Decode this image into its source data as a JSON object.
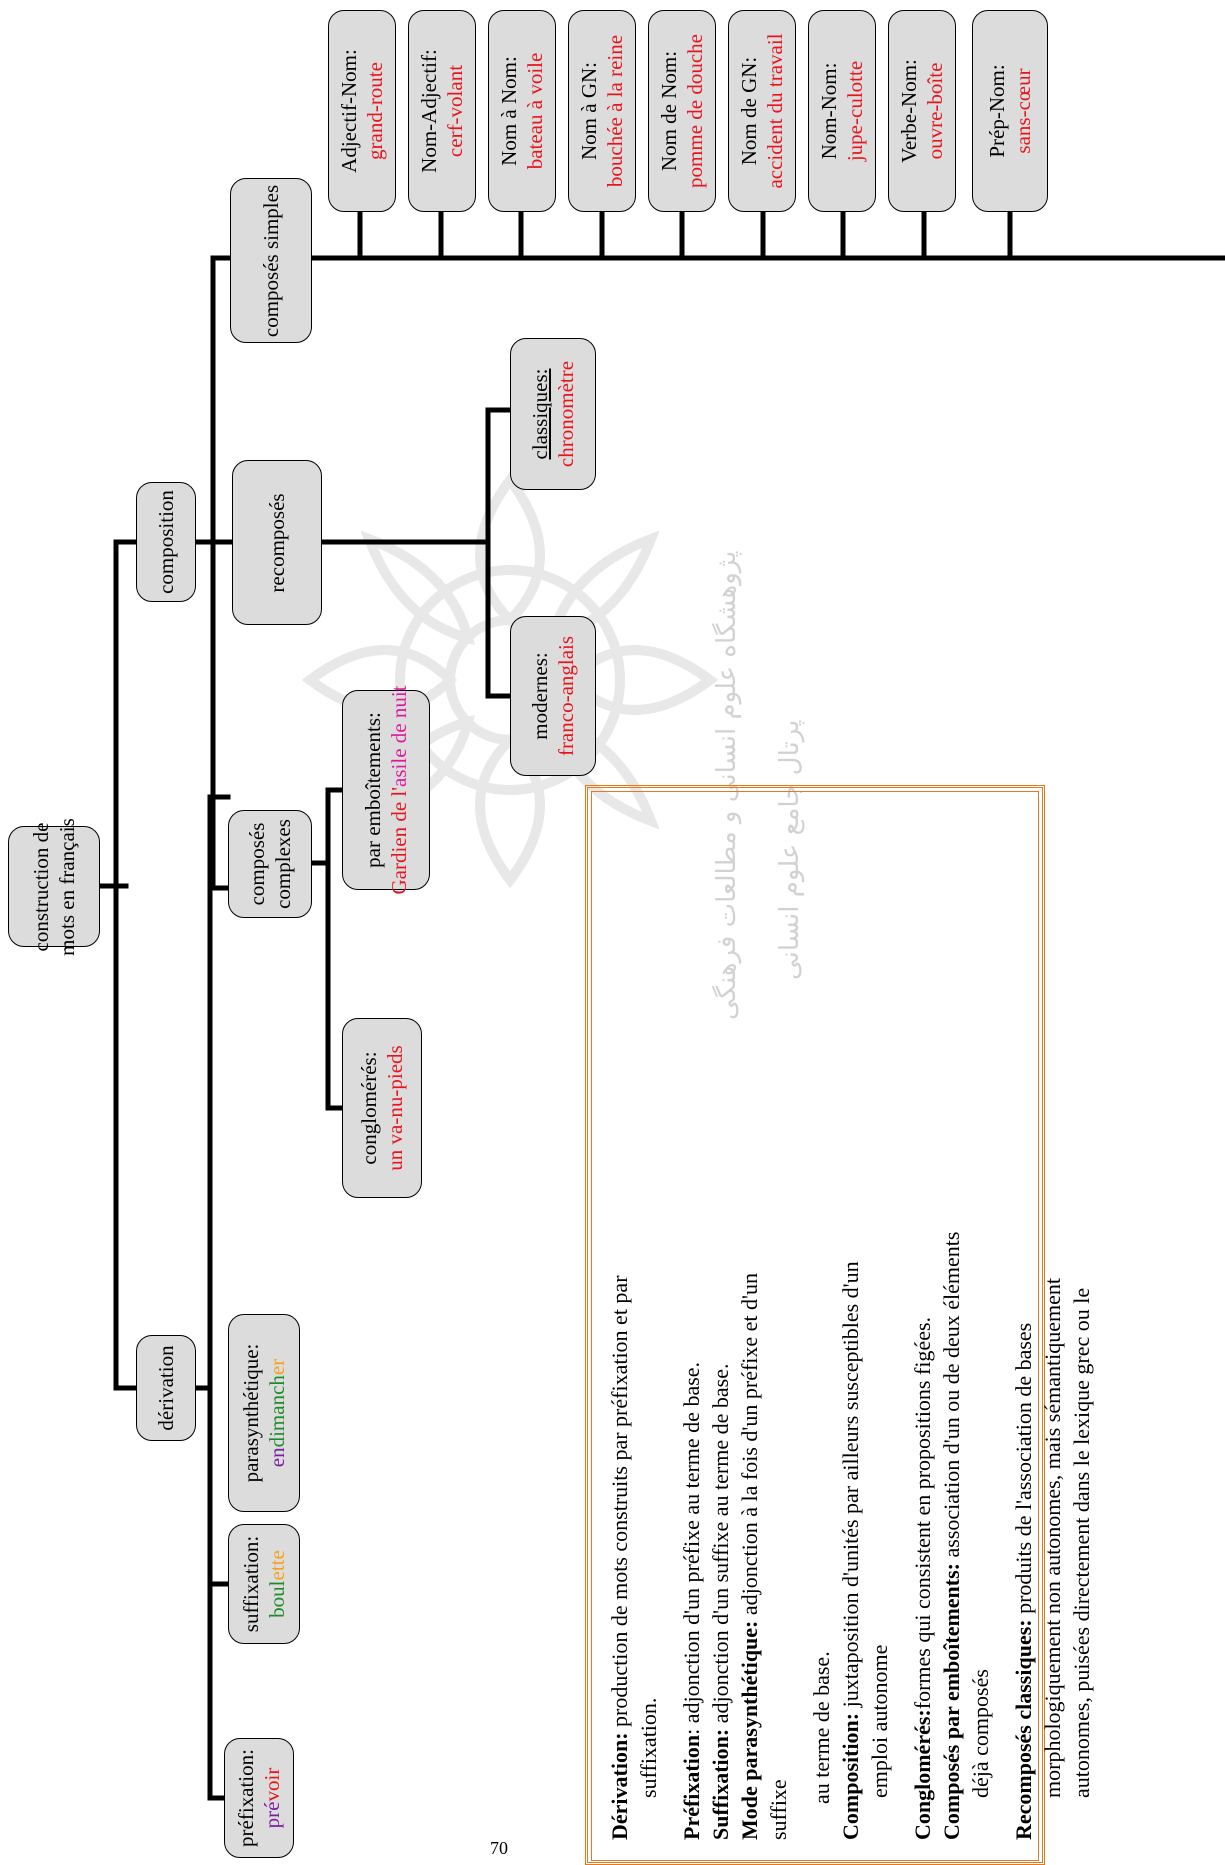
{
  "diagram": {
    "root": {
      "line1": "construction de",
      "line2": "mots en français"
    },
    "derivation": {
      "label": "dérivation",
      "prefixation": {
        "label": "préfixation:",
        "ex_a": "pré",
        "ex_b": "voir"
      },
      "suffixation": {
        "label": "suffixation:",
        "ex_a": "boul",
        "ex_b": "ette"
      },
      "parasynthetique": {
        "label": "parasynthétique:",
        "ex_a": "en",
        "ex_b": "dimanch",
        "ex_c": "er"
      }
    },
    "composition": {
      "label": "composition",
      "composes_complexes": {
        "line1": "composés",
        "line2": "complexes",
        "conglomeres": {
          "label": "conglomérés:",
          "example": "un va-nu-pieds"
        },
        "emboitements": {
          "label": "par emboîtements:",
          "ex_a": "Gardien de l'",
          "ex_b": "asile de nuit"
        }
      },
      "recomposes": {
        "label": "recomposés",
        "modernes": {
          "label": "modernes:",
          "example": "franco-anglais"
        },
        "classiques": {
          "label": "classiques:",
          "example": "chronomètre"
        }
      },
      "composes_simples": {
        "label": "composés simples",
        "items": [
          {
            "type": "Adjectif-Nom:",
            "example": "grand-route"
          },
          {
            "type": "Nom-Adjectif:",
            "example": "cerf-volant"
          },
          {
            "type": "Nom à Nom:",
            "example": "bateau à voile"
          },
          {
            "type": "Nom à GN:",
            "example": "bouchée à la reine"
          },
          {
            "type": "Nom de Nom:",
            "example": "pomme de douche"
          },
          {
            "type": "Nom de GN:",
            "example": "accident du travail"
          },
          {
            "type": "Nom-Nom:",
            "example": "jupe-culotte"
          },
          {
            "type": "Verbe-Nom:",
            "example": "ouvre-boîte"
          },
          {
            "type": "Prép-Nom:",
            "example": "sans-cœur"
          }
        ]
      }
    }
  },
  "legend": {
    "derivation_term": "Dérivation:",
    "derivation_def_a": " production de mots construits par préfixation et par",
    "derivation_def_b": "suffixation.",
    "prefixation_term": "Préfixation",
    "prefixation_def": ": adjonction d'un préfixe au terme de base.",
    "suffixation_term": "Suffixation:",
    "suffixation_def": " adjonction d'un suffixe au terme de base.",
    "parasynth_term": "Mode parasynthétique:",
    "parasynth_def_a": " adjonction à la fois d'un préfixe et d'un",
    "parasynth_def_b": "suffixe",
    "parasynth_def_c": "au terme de base.",
    "composition_term": "Composition:",
    "composition_def_a": " juxtaposition d'unités par ailleurs susceptibles d'un",
    "composition_def_b": "emploi autonome",
    "conglomeres_term": "Conglomérés:",
    "conglomeres_def": "formes qui consistent en propositions figées.",
    "emboitements_term": "Composés par emboîtements:",
    "emboitements_def_a": " association d'un ou de deux éléments",
    "emboitements_def_b": "déjà composés",
    "recomposes_term": "Recomposés classiques:",
    "recomposes_def_a": " produits de l'association de bases",
    "recomposes_def_b": "morphologiquement non autonomes, mais sémantiquement",
    "recomposes_def_c": "autonomes, puisées directement dans le lexique grec ou le"
  },
  "watermark": {
    "text_line1": "پژوهشگاه علوم انسانی و مطالعات فرهنگی",
    "text_line2": "پرتال جامع علوم انسانی"
  },
  "page_number": "70"
}
